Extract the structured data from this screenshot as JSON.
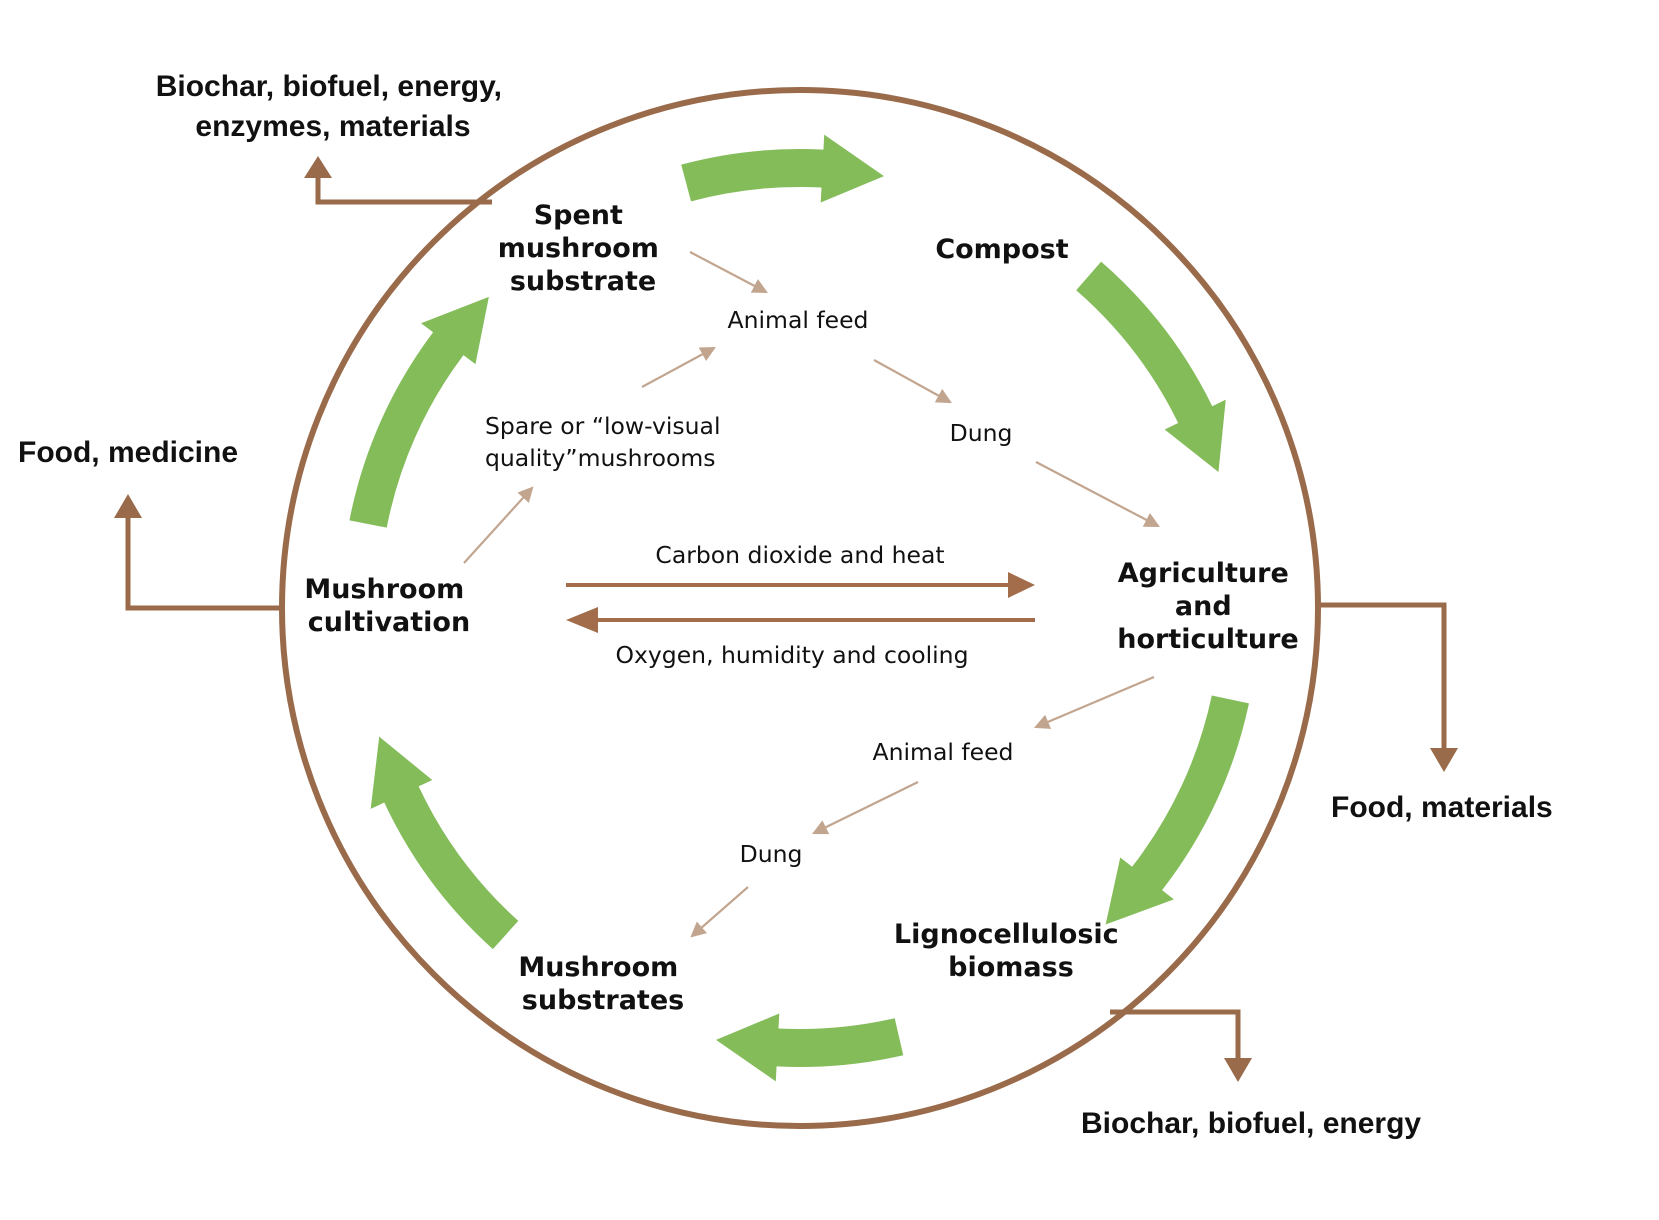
{
  "colors": {
    "circle": "#9a6b4b",
    "cycle_arrow": "#84bc5a",
    "flow_arrow": "#c2a58f",
    "exchange_arrow": "#a36d4c",
    "text": "#111111"
  },
  "nodes": {
    "spent_substrate": [
      "Spent",
      "mushroom",
      "substrate"
    ],
    "compost": [
      "Compost"
    ],
    "agriculture": [
      "Agriculture",
      "and",
      "horticulture"
    ],
    "lignocellulosic": [
      "Lignocellulosic",
      "biomass"
    ],
    "mushroom_substrates": [
      "Mushroom",
      "substrates"
    ],
    "mushroom_cultivation": [
      "Mushroom",
      "cultivation"
    ]
  },
  "flows": {
    "animal_feed_top": "Animal feed",
    "dung_top": "Dung",
    "spare_mushrooms": [
      "Spare or “low-visual",
      "quality”mushrooms"
    ],
    "co2_heat": "Carbon dioxide and heat",
    "oxygen": "Oxygen, humidity and cooling",
    "animal_feed_bottom": "Animal feed",
    "dung_bottom": "Dung"
  },
  "outputs": {
    "top_left": [
      "Biochar, biofuel, energy,",
      "enzymes, materials"
    ],
    "left": "Food, medicine",
    "right": "Food, materials",
    "bottom": "Biochar, biofuel, energy"
  }
}
